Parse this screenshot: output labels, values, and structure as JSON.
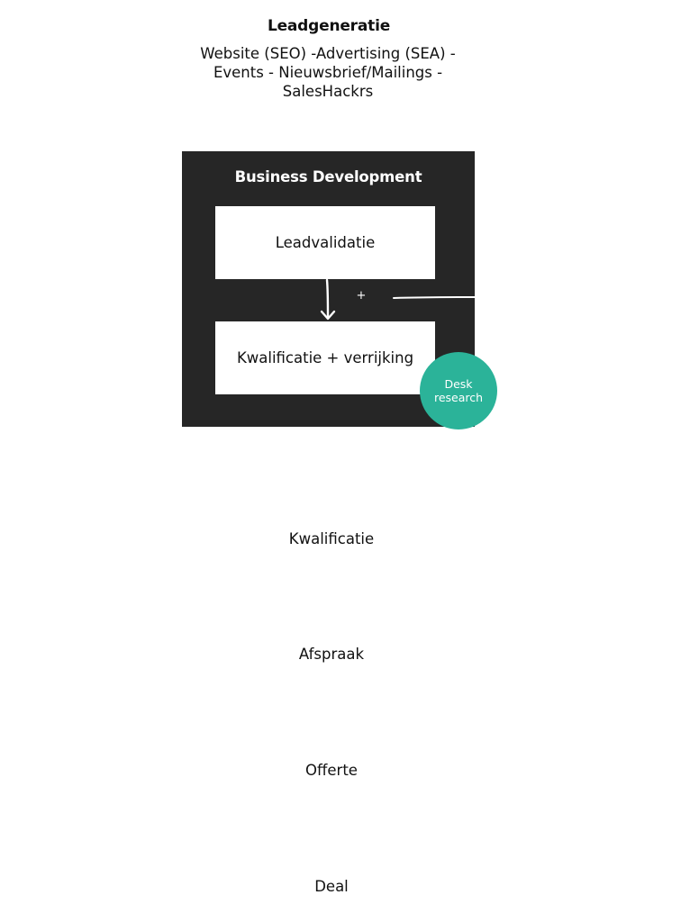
{
  "header": {
    "title": "Leadgeneratie",
    "subtitle": "Website (SEO) -Advertising (SEA) - Events - Nieuwsbrief/Mailings - SalesHackrs"
  },
  "business_development": {
    "title": "Business Development",
    "steps": [
      "Leadvalidatie",
      "Kwalificatie + verrijking"
    ],
    "connector_label": "+",
    "side_note": "Desk research"
  },
  "stages": [
    "Kwalificatie",
    "Afspraak",
    "Offerte",
    "Deal"
  ],
  "colors": {
    "box_background": "#262626",
    "inner_box_background": "#ffffff",
    "accent_circle": "#2bb399",
    "text": "#111111"
  }
}
